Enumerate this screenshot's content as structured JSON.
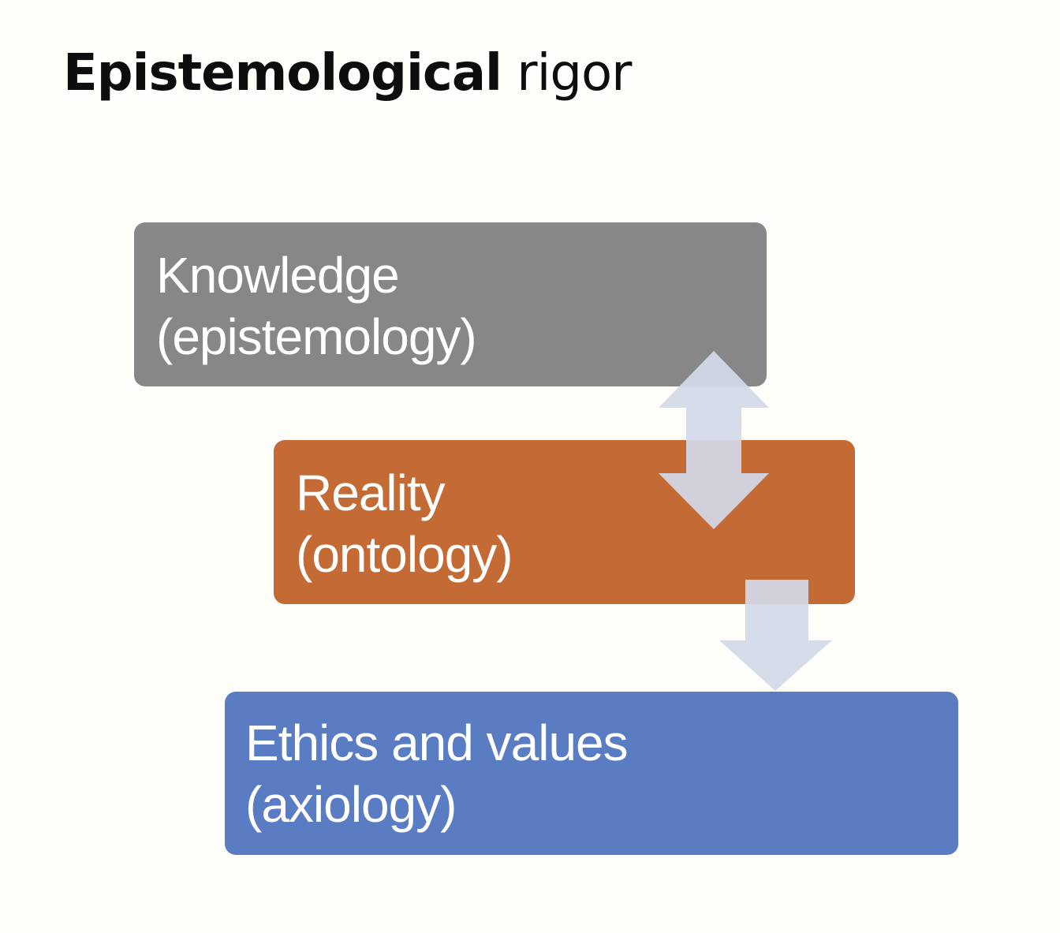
{
  "title": {
    "bold_part": "Epistemological",
    "regular_part": " rigor"
  },
  "boxes": [
    {
      "id": "knowledge",
      "line1": "Knowledge",
      "line2": "(epistemology)",
      "color": "#878788"
    },
    {
      "id": "reality",
      "line1": "Reality",
      "line2": "(ontology)",
      "color": "#c46b35"
    },
    {
      "id": "ethics",
      "line1": "Ethics and values",
      "line2": "(axiology)",
      "color": "#5a7cc3"
    }
  ],
  "arrows": [
    {
      "type": "bidirectional",
      "from": "knowledge",
      "to": "reality",
      "color": "#d3d9e8"
    },
    {
      "type": "down",
      "from": "reality",
      "to": "ethics",
      "color": "#d3d9e8"
    }
  ]
}
